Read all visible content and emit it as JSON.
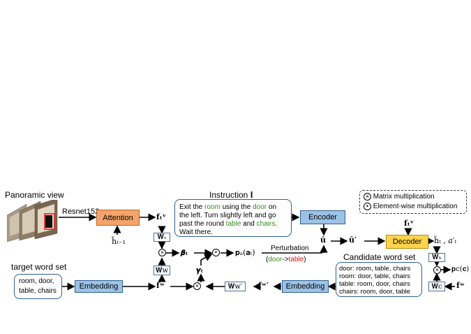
{
  "panoramic_label": "Panoramic view",
  "resnet_label": "Resnet152",
  "attention_label": "Attention",
  "h_prev": "h̃ₜ₋₁",
  "instruction_title": "Instruction 𝐈",
  "instruction": {
    "t1": "Exit the ",
    "t2": "room",
    "t3": " using the ",
    "t4": "door",
    "t5": " on the left. Turn slightly left and go past the round ",
    "t6": "table",
    "t7": " and ",
    "t8": "chairs",
    "t9": ". Wait there."
  },
  "encoder_label": "Encoder",
  "decoder_label": "Decoder",
  "embedding_label_1": "Embedding",
  "embedding_label_2": "Embedding",
  "legend": {
    "matrix": "Matrix multiplication",
    "elementwise": "Element-wise multiplication"
  },
  "target_word_set_label": "target word set",
  "target_words": "room, door, table, chairs",
  "candidate_word_set_label": "Candidate word set",
  "candidate_words": [
    "door: room, table, chairs",
    "room: door, table, chairs",
    "table: room, door, chairs",
    "chairs: room, door, table"
  ],
  "perturbation_label": "Perturbation",
  "perturbation": {
    "from": "door",
    "arrow": "->",
    "to": "table"
  },
  "math": {
    "f_t_v": "𝐟ₜᵛ",
    "W_v": "𝐖ᵥ",
    "W_w": "𝐖w",
    "W_w_prime": "𝐖w′",
    "f_w": "𝐟ʷ",
    "f_w_prime": "𝐟ʷ′",
    "beta_t": "𝜷ₜ",
    "gamma_t": "𝜸ₜ",
    "p_a": "𝐩ₐ(𝐚ₜ)",
    "u_bar": "ū",
    "u_bar_prime": "ū′",
    "f_t_v_dec": "𝐟ₜᵛ",
    "h_t": "h̃ₜ , 𝑎′ₜ",
    "W_h": "𝐖ₕ",
    "W_c": "𝐖c",
    "p_c": "𝐩c(𝐜)",
    "f_w_right": "𝐟ʷ"
  }
}
